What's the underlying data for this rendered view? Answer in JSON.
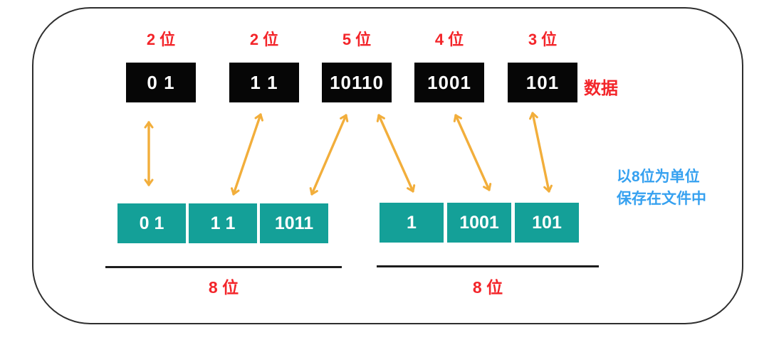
{
  "colors": {
    "red": "#f3252a",
    "teal": "#14a098",
    "gold": "#f2ae3b",
    "blue": "#36a1f0",
    "ink": "#060606"
  },
  "data_row": {
    "caption": "数据",
    "items": [
      {
        "bits_label": "2 位",
        "value": "0 1"
      },
      {
        "bits_label": "2 位",
        "value": "1 1"
      },
      {
        "bits_label": "5 位",
        "value": "10110"
      },
      {
        "bits_label": "4 位",
        "value": "1001"
      },
      {
        "bits_label": "3 位",
        "value": "101"
      }
    ]
  },
  "storage_row": {
    "annotation": {
      "line1": "以8位为单位",
      "line2": "保存在文件中"
    },
    "groups": [
      {
        "cells": [
          "0 1",
          "1 1",
          "1011"
        ],
        "width_label": "8 位"
      },
      {
        "cells": [
          "1",
          "1001",
          "101"
        ],
        "width_label": "8 位"
      }
    ]
  }
}
